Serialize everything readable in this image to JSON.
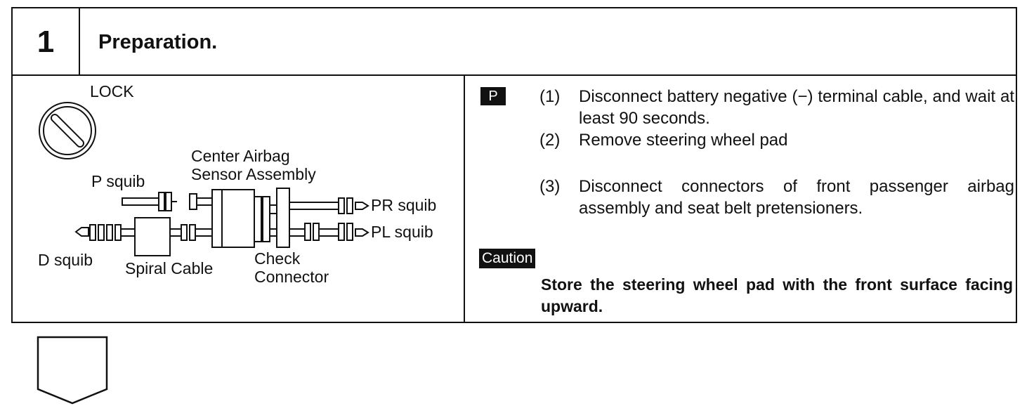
{
  "header": {
    "step_number": "1",
    "title": "Preparation."
  },
  "diagram": {
    "labels": {
      "lock": "LOCK",
      "center_airbag_line1": "Center Airbag",
      "center_airbag_line2": "Sensor Assembly",
      "p_squib": "P squib",
      "pr_squib": "PR squib",
      "pl_squib": "PL squib",
      "d_squib": "D squib",
      "spiral_cable": "Spiral Cable",
      "check_connector_line1": "Check",
      "check_connector_line2": "Connector"
    }
  },
  "instructions": {
    "badge": "P",
    "steps": [
      {
        "num": "(1)",
        "text": "Disconnect battery negative (−) terminal cable, and wait at least 90 seconds."
      },
      {
        "num": "(2)",
        "text": "Remove steering wheel pad"
      },
      {
        "num": "(3)",
        "text": "Disconnect connectors of front passenger airbag assembly and seat belt pretensioners."
      }
    ]
  },
  "caution": {
    "badge": "Caution",
    "text": "Store the steering wheel pad with the front surface facing upward."
  }
}
